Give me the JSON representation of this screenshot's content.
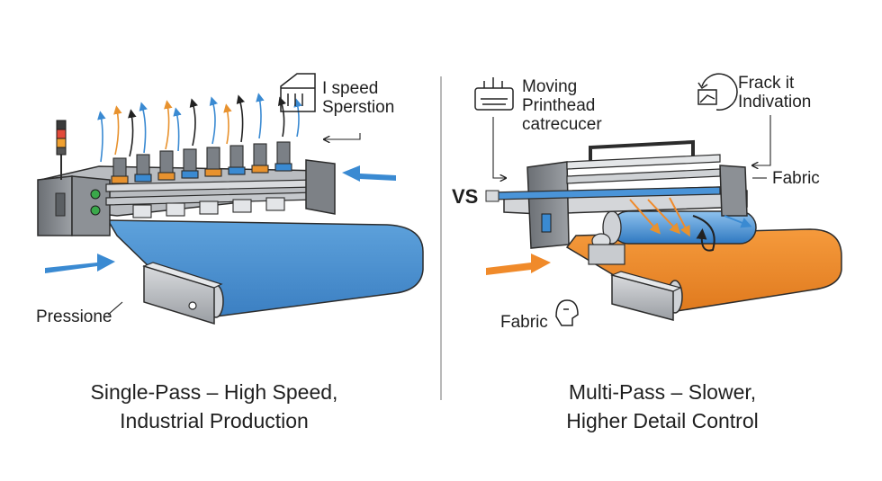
{
  "vs_label": "VS",
  "left": {
    "annotations": {
      "speed_line1": "I speed",
      "speed_line2": "Sperstion",
      "pressione": "Pressione"
    },
    "caption_line1": "Single-Pass – High Speed,",
    "caption_line2": "Industrial Production",
    "colors": {
      "belt": "#4a8fd0",
      "arrow": "#3a8ad2",
      "nozzle_orange": "#e8922e"
    }
  },
  "right": {
    "annotations": {
      "moving_line1": "Moving",
      "moving_line2": "Printhead",
      "moving_line3": "catrecucer",
      "frack_line1": "Frack it",
      "frack_line2": "Indivation",
      "fabric_right": "Fabric",
      "fabric_bottom": "Fabric"
    },
    "caption_line1": "Multi-Pass – Slower,",
    "caption_line2": "Higher Detail Control",
    "colors": {
      "belt": "#f08a2a",
      "roller": "#4a94d8",
      "arrow": "#f08a2a"
    }
  },
  "icons": [
    "printer-icon",
    "printhead-icon",
    "refresh-chart-icon",
    "head-icon",
    "signal-light-icon"
  ]
}
